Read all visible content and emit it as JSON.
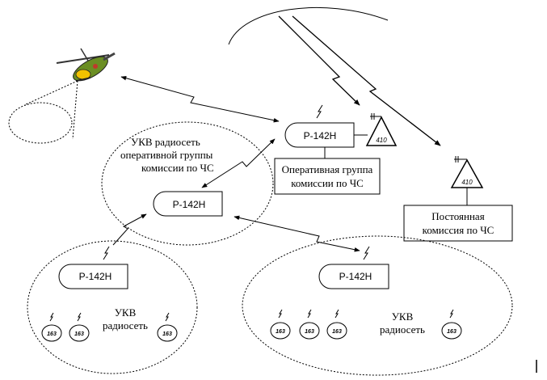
{
  "radio_station": "Р-142Н",
  "radio_unit": "163",
  "tower_unit": "410",
  "network_label_line1": "УКВ",
  "network_label_line2": "радиосеть",
  "ops_network_label": [
    "УКВ радиосеть",
    "оперативной группы",
    "комиссии по ЧС"
  ],
  "ops_group_box": [
    "Оперативная группа",
    "комиссии по ЧС"
  ],
  "permanent_commission_box": [
    "Постоянная",
    "комиссия по ЧС"
  ]
}
